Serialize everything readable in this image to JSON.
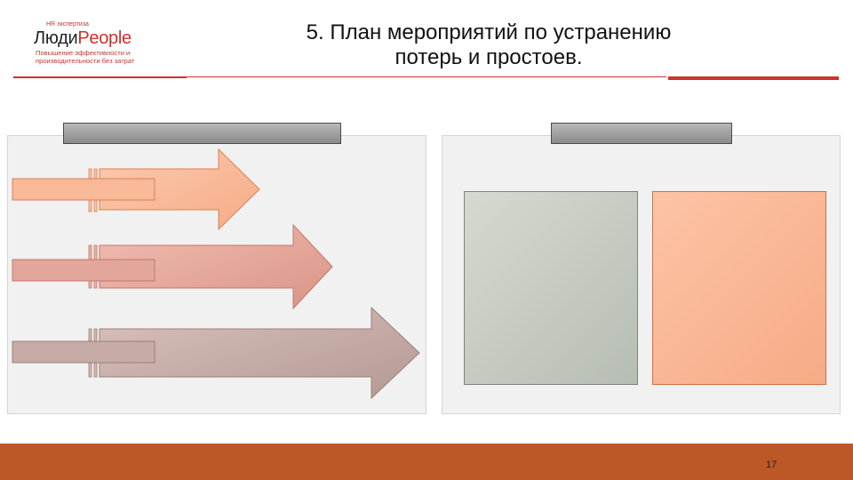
{
  "logo": {
    "small_text": "HR экспертиза",
    "brand_ru": "Люди",
    "brand_en": "People",
    "tagline_line1": "Повышение эффективности и",
    "tagline_line2": "производительности без затрат"
  },
  "slide": {
    "title_line1": "5. План мероприятий по устранению",
    "title_line2": "потерь и простоев.",
    "page_number": "17"
  },
  "colors": {
    "accent_red": "#d0312d",
    "footer_orange": "#bc5728",
    "arrow_peach": "#f9b897",
    "arrow_rose": "#e3a69a",
    "arrow_taupe": "#c7aba6"
  }
}
